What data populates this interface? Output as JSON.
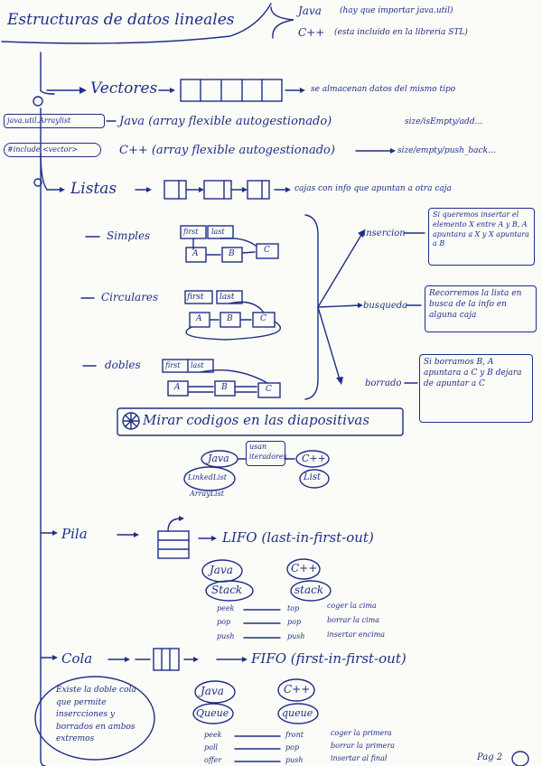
{
  "title": "Estructuras de datos lineales",
  "langs": {
    "java": "Java",
    "java_note": "(hay que importar java.util)",
    "cpp": "C++",
    "cpp_note": "(esta incluido en la libreria STL)"
  },
  "vectores": {
    "label": "Vectores",
    "desc": "se almacenan datos del mismo tipo",
    "java_import": "java.util.Arraylist",
    "java_line": "Java (array flexible autogestionado)",
    "java_methods": "size/isEmpty/add...",
    "cpp_include": "#include <vector>",
    "cpp_line": "C++ (array flexible autogestionado)",
    "cpp_methods": "size/empty/push_back..."
  },
  "listas": {
    "label": "Listas",
    "desc": "cajas con info que apuntan a otra caja",
    "simples": "Simples",
    "circulares": "Circulares",
    "dobles": "dobles",
    "first": "first",
    "last": "last",
    "first_last": "first",
    "last2": "last",
    "node_a": "A",
    "node_b": "B",
    "node_c": "C",
    "insercion": "insercion",
    "insercion_note": "Si queremos insertar el elemento X entre A y B, A apuntara a X y X apuntara a B",
    "busqueda": "busqueda",
    "busqueda_note": "Recorremos la lista en busca de la info en alguna caja",
    "borrado": "borrado",
    "borrado_note": "Si borramos B, A apuntara a C y B dejara de apuntar a C",
    "mirar": "Mirar codigos en las diapositivas",
    "usan_iteradores": "usan iteradores",
    "java": "Java",
    "cpp": "C++",
    "linkedlist": "LinkedList",
    "arraylist": "ArrayList",
    "list": "List"
  },
  "pila": {
    "label": "Pila",
    "lifo": "LIFO (last-in-first-out)",
    "java": "Java",
    "cpp": "C++",
    "java_class": "Stack",
    "cpp_class": "stack",
    "ops": [
      {
        "java": "peek",
        "cpp": "top",
        "desc": "coger la cima"
      },
      {
        "java": "pop",
        "cpp": "pop",
        "desc": "borrar la cima"
      },
      {
        "java": "push",
        "cpp": "push",
        "desc": "insertar encima"
      }
    ]
  },
  "cola": {
    "label": "Cola",
    "fifo": "FIFO (first-in-first-out)",
    "java": "Java",
    "cpp": "C++",
    "java_class": "Queue",
    "cpp_class": "queue",
    "note": "Existe la doble cola que permite insercciones y borrados en ambos extremos",
    "ops": [
      {
        "java": "peek",
        "cpp": "front",
        "desc": "coger la primera"
      },
      {
        "java": "poll",
        "cpp": "pop",
        "desc": "borrar la primera"
      },
      {
        "java": "offer",
        "cpp": "push",
        "desc": "insertar al final"
      }
    ]
  },
  "page_number": "Pag 2"
}
